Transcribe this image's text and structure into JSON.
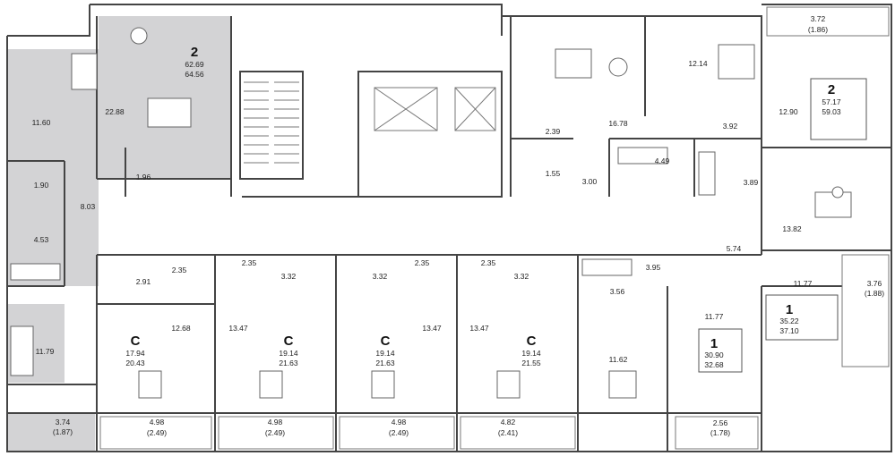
{
  "rooms": [
    {
      "id": "r1",
      "text": "11.60"
    },
    {
      "id": "r2",
      "text": "22.88"
    },
    {
      "id": "r3",
      "text": "1.90"
    },
    {
      "id": "r4",
      "text": "1.96"
    },
    {
      "id": "r5",
      "text": "8.03"
    },
    {
      "id": "r6",
      "text": "4.53"
    },
    {
      "id": "r7",
      "text": "11.79"
    },
    {
      "id": "r8",
      "text": "3.74"
    },
    {
      "id": "r9",
      "text": "(1.87)"
    },
    {
      "id": "r10",
      "text": "2.91"
    },
    {
      "id": "r11",
      "text": "2.35"
    },
    {
      "id": "r12",
      "text": "12.68"
    },
    {
      "id": "r13",
      "text": "4.98"
    },
    {
      "id": "r14",
      "text": "(2.49)"
    },
    {
      "id": "r15",
      "text": "2.35"
    },
    {
      "id": "r16",
      "text": "3.32"
    },
    {
      "id": "r17",
      "text": "13.47"
    },
    {
      "id": "r18",
      "text": "4.98"
    },
    {
      "id": "r19",
      "text": "(2.49)"
    },
    {
      "id": "r20",
      "text": "3.32"
    },
    {
      "id": "r21",
      "text": "2.35"
    },
    {
      "id": "r22",
      "text": "13.47"
    },
    {
      "id": "r23",
      "text": "4.98"
    },
    {
      "id": "r24",
      "text": "(2.49)"
    },
    {
      "id": "r25",
      "text": "2.35"
    },
    {
      "id": "r26",
      "text": "3.32"
    },
    {
      "id": "r27",
      "text": "13.47"
    },
    {
      "id": "r28",
      "text": "4.82"
    },
    {
      "id": "r29",
      "text": "(2.41)"
    },
    {
      "id": "r30",
      "text": "3.56"
    },
    {
      "id": "r31",
      "text": "3.95"
    },
    {
      "id": "r32",
      "text": "11.62"
    },
    {
      "id": "r33",
      "text": "11.77"
    },
    {
      "id": "r34",
      "text": "2.56"
    },
    {
      "id": "r35",
      "text": "(1.78)"
    },
    {
      "id": "r36",
      "text": "5.74"
    },
    {
      "id": "r37",
      "text": "11.77"
    },
    {
      "id": "r38",
      "text": "3.76"
    },
    {
      "id": "r39",
      "text": "(1.88)"
    },
    {
      "id": "r40",
      "text": "13.82"
    },
    {
      "id": "r41",
      "text": "3.89"
    },
    {
      "id": "r42",
      "text": "4.49"
    },
    {
      "id": "r43",
      "text": "3.92"
    },
    {
      "id": "r44",
      "text": "12.90"
    },
    {
      "id": "r45",
      "text": "3.72"
    },
    {
      "id": "r46",
      "text": "(1.86)"
    },
    {
      "id": "r47",
      "text": "12.14"
    },
    {
      "id": "r48",
      "text": "16.78"
    },
    {
      "id": "r49",
      "text": "2.39"
    },
    {
      "id": "r50",
      "text": "1.55"
    },
    {
      "id": "r51",
      "text": "3.00"
    }
  ],
  "apartments": [
    {
      "type": "2",
      "living": "62.69",
      "total": "64.56"
    },
    {
      "type": "C",
      "living": "17.94",
      "total": "20.43"
    },
    {
      "type": "C",
      "living": "19.14",
      "total": "21.63"
    },
    {
      "type": "C",
      "living": "19.14",
      "total": "21.63"
    },
    {
      "type": "C",
      "living": "19.14",
      "total": "21.55"
    },
    {
      "type": "1",
      "living": "30.90",
      "total": "32.68"
    },
    {
      "type": "1",
      "living": "35.22",
      "total": "37.10"
    },
    {
      "type": "2",
      "living": "57.17",
      "total": "59.03"
    }
  ]
}
